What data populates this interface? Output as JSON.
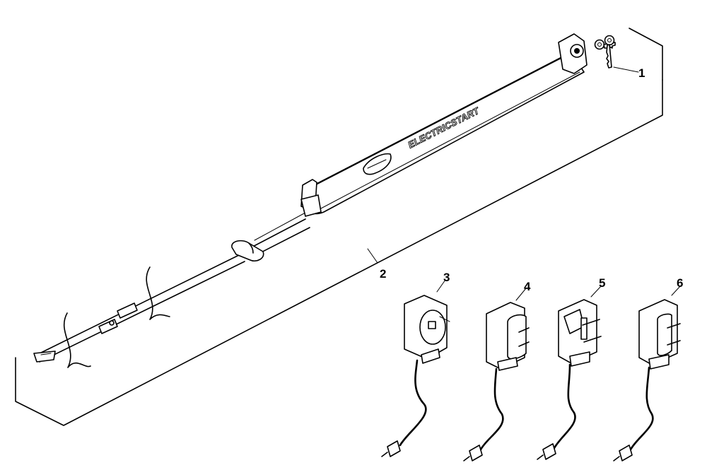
{
  "callouts": [
    {
      "id": "1",
      "label": "1"
    },
    {
      "id": "2",
      "label": "2"
    },
    {
      "id": "3",
      "label": "3"
    },
    {
      "id": "4",
      "label": "4"
    },
    {
      "id": "5",
      "label": "5"
    },
    {
      "id": "6",
      "label": "6"
    }
  ],
  "brand_text": "ELECTRICSTART",
  "colors": {
    "line": "#000000",
    "background": "#ffffff"
  }
}
